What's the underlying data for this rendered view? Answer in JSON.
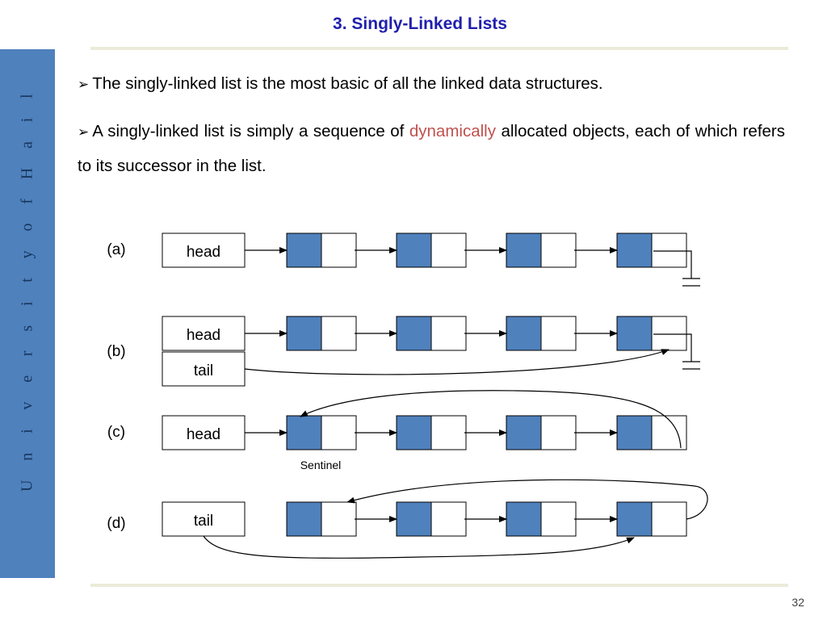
{
  "slide": {
    "title": "3. Singly-Linked Lists",
    "side_label": "U n i v e r s i t y   o f   H a i l",
    "page_number": "32"
  },
  "bullets": [
    {
      "marker": "➢",
      "text": "The singly-linked list is the most basic of all the linked data structures."
    },
    {
      "marker": "➢",
      "before": "A singly-linked list is simply a sequence of ",
      "highlight": "dynamically",
      "after": " allocated objects, each of which refers to its successor in the list."
    }
  ],
  "diagram": {
    "colors": {
      "node_fill": "#4f81bd",
      "outline": "#000000",
      "box_fill": "#ffffff"
    },
    "rows": [
      {
        "label": "(a)",
        "pointers": [
          "head"
        ],
        "terminator": "ground"
      },
      {
        "label": "(b)",
        "pointers": [
          "head",
          "tail"
        ],
        "terminator": "ground"
      },
      {
        "label": "(c)",
        "pointers": [
          "head"
        ],
        "terminator": "sentinel-loop",
        "annotation": "Sentinel"
      },
      {
        "label": "(d)",
        "pointers": [
          "tail"
        ],
        "terminator": "circular-loop"
      }
    ]
  }
}
